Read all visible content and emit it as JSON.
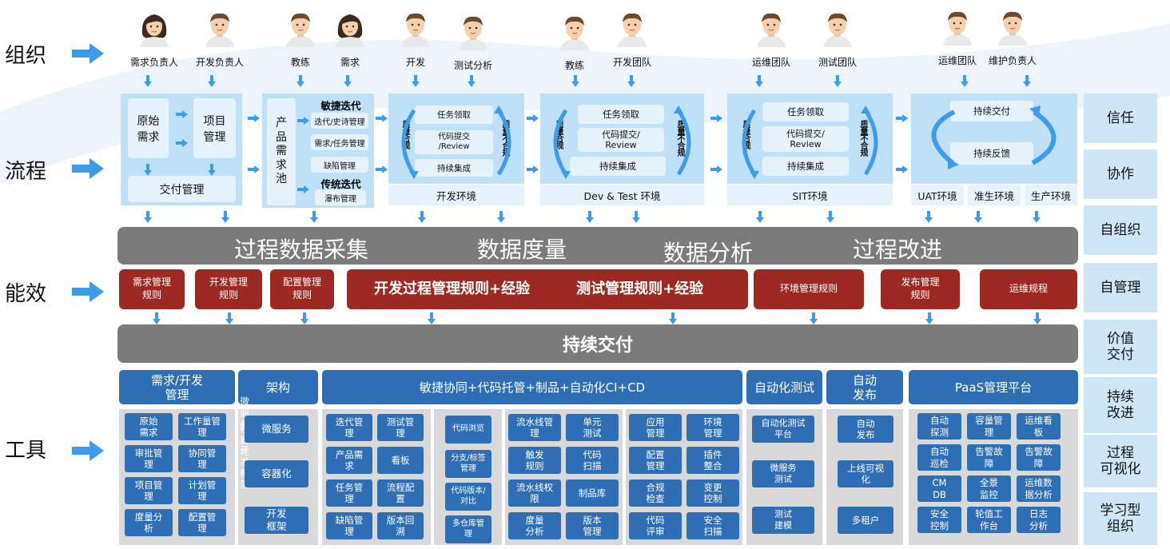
{
  "rows": {
    "org": "组织",
    "process": "流程",
    "efficiency": "能效",
    "tools": "工具"
  },
  "people": [
    {
      "label": "需求负责人",
      "icon": "female-avatar-icon"
    },
    {
      "label": "开发负责人",
      "icon": "male-avatar-icon"
    },
    {
      "label": "教练",
      "icon": "male-avatar-icon"
    },
    {
      "label": "需求",
      "icon": "female-avatar-icon"
    },
    {
      "label": "开发",
      "icon": "male-avatar-icon"
    },
    {
      "label": "测试分析",
      "icon": "male-avatar-icon"
    },
    {
      "label": "教练",
      "icon": "male-avatar-icon"
    },
    {
      "label": "开发团队",
      "icon": "male-avatar-icon"
    },
    {
      "label": "运维团队",
      "icon": "male-avatar-icon"
    },
    {
      "label": "测试团队",
      "icon": "male-avatar-icon"
    },
    {
      "label": "运维团队",
      "icon": "male-avatar-icon"
    },
    {
      "label": "维护负责人",
      "icon": "male-avatar-icon"
    }
  ],
  "process": {
    "req": {
      "original": "原始\n需求",
      "project": "项目\n管理",
      "delivery": "交付管理"
    },
    "pool": {
      "label": "产\n品\n需\n求\n池",
      "agile": "敏捷迭代",
      "a1": "迭代/史诗管理",
      "a2": "需求/任务管理",
      "a3": "缺陷管理",
      "trad": "传统迭代",
      "t1": "瀑布管理"
    },
    "dev": {
      "task": "任务领取",
      "commit": "代码提交\n/Review",
      "ci": "持续集成",
      "left": "质量合规",
      "right": "质量不合规",
      "env": "开发环境"
    },
    "devtest": {
      "task": "任务领取",
      "commit": "代码提交/\nReview",
      "ci": "持续集成",
      "left": "质量合规",
      "right": "质量不合规",
      "env": "Dev & Test 环境"
    },
    "sit": {
      "task": "任务领取",
      "commit": "代码提交/\nReview",
      "ci": "持续集成",
      "left": "质量合规",
      "right": "质量不合规",
      "env": "SIT环境"
    },
    "cd": {
      "top": "持续交付",
      "bottom": "持续反馈",
      "envs": [
        "UAT环境",
        "准生环境",
        "生产环境"
      ]
    }
  },
  "data_bar": [
    "过程数据采集",
    "数据度量",
    "数据分析",
    "过程改进"
  ],
  "rules": [
    "需求管理\n规则",
    "开发管理\n规则",
    "配置管理\n规则",
    "开发过程管理规则+经验",
    "测试管理规则+经验",
    "环境管理规则",
    "发布管理\n规则",
    "运维规程"
  ],
  "cd_bar": "持续交付",
  "values": [
    "信任",
    "协作",
    "自组织",
    "自管理",
    "价值\n交付",
    "持续\n改进",
    "过程\n可视化",
    "学习型\n组织"
  ],
  "tool_headers": [
    "需求/开发\n管理",
    "架构",
    "敏捷协同+代码托管+制品+自动化CI+CD",
    "自动化测试",
    "自动\n发布",
    "PaaS管理平台"
  ],
  "tools": {
    "req": [
      "原始\n需求",
      "工作量管\n理",
      "审批管\n理",
      "协同管\n理",
      "项目管\n理",
      "计划管\n理",
      "度量分\n析",
      "配置管\n理"
    ],
    "arch": [
      "微服务",
      "容器化",
      "开发\n框架"
    ],
    "g1": [
      "迭代管\n理",
      "测试管\n理",
      "产品需\n求",
      "看板",
      "任务管\n理",
      "流程配\n置",
      "缺陷管\n理",
      "版本回\n溯"
    ],
    "g2": [
      "代码浏览",
      "分支/标签\n管理",
      "代码版本/\n对比",
      "多仓库管\n理"
    ],
    "g3": [
      "流水线管\n理",
      "单元\n测试",
      "触发\n规则",
      "代码\n扫描",
      "流水线权\n限",
      "制品库",
      "度量\n分析",
      "版本\n管理"
    ],
    "g4": [
      "应用\n管理",
      "环境\n管理",
      "配置\n管理",
      "插件\n整合",
      "合规\n检查",
      "变更\n控制",
      "代码\n评审",
      "安全\n扫描"
    ],
    "test": [
      "自动化测试\n平台",
      "微服务\n测试",
      "测试\n建模"
    ],
    "release": [
      "自动\n发布",
      "上线可视\n化",
      "多租户"
    ],
    "paas": [
      "自动\n探测",
      "容量管\n理",
      "运维看\n板",
      "自动\n巡检",
      "告警故\n障",
      "告警故\n障",
      "CM\nDB",
      "全景\n监控",
      "运维数\n据分析",
      "安全\n控制",
      "轮值工\n作台",
      "日志\n分析"
    ]
  },
  "colors": {
    "panel": "#bfe1f7",
    "box": "#e6f3fc",
    "gray": "#7b7b7b",
    "red": "#9c2a22",
    "blue": "#2e6eb5",
    "toolbg": "#d9d9d9",
    "arrow": "#3d9be9"
  }
}
